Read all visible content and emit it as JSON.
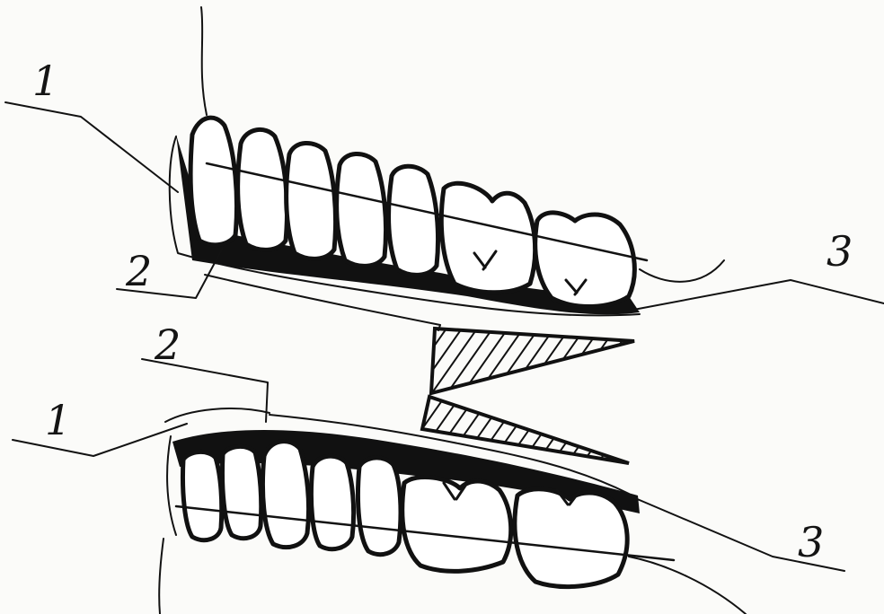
{
  "figure": {
    "labels": {
      "upper_1": "1",
      "upper_2": "2",
      "upper_3": "3",
      "lower_1": "1",
      "lower_2": "2",
      "lower_3": "3"
    },
    "colors": {
      "ink": "#111111",
      "paper": "#fbfbf9"
    }
  }
}
